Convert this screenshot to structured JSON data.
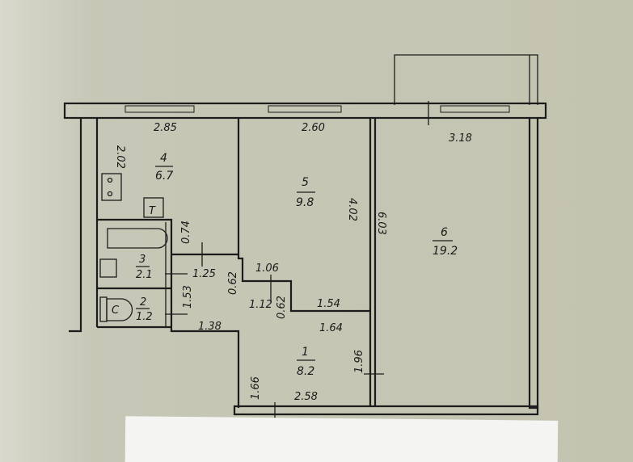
{
  "rooms": [
    {
      "number": "1",
      "area": "8.2"
    },
    {
      "number": "2",
      "area": "1.2"
    },
    {
      "number": "3",
      "area": "2.1"
    },
    {
      "number": "4",
      "area": "6.7"
    },
    {
      "number": "5",
      "area": "9.8"
    },
    {
      "number": "6",
      "area": "19.2"
    }
  ],
  "dimensions": {
    "kitchen_width": "2.85",
    "kitchen_depth": "2.02",
    "room5_width": "2.60",
    "room5_depth": "4.02",
    "room6_width": "3.18",
    "room6_depth": "6.03",
    "bath_gap": "0.74",
    "corridor_width": "1.25",
    "corridor_len": "1.53",
    "step1": "0.62",
    "step2": "0.62",
    "notch_top": "1.06",
    "notch_bottom": "1.12",
    "room5_lower": "1.54",
    "hall_top": "1.64",
    "hall_left": "1.38",
    "hall_side": "1.96",
    "hall_depth": "1.66",
    "hall_width": "2.58"
  },
  "fixtures": {
    "boiler": "T",
    "toilet": "C"
  }
}
